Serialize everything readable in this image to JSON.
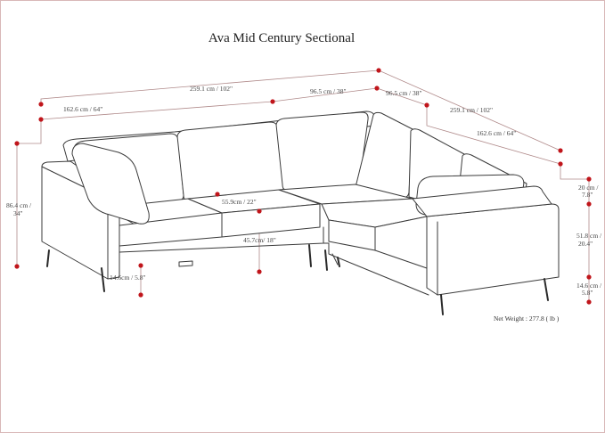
{
  "title": "Ava Mid Century Sectional",
  "net_weight": "Net Weight : 277.8 ( lb )",
  "dimensions": {
    "total_width": "259.1 cm / 102\"",
    "main_section": "162.6 cm / 64\"",
    "corner_section": "96.5 cm / 38\"",
    "corner_depth": "96.5 cm / 38\"",
    "side_total": "259.1 cm / 102\"",
    "side_section": "162.6 cm / 64\"",
    "overall_height_cm": "86.4 cm /",
    "overall_height_in": "34\"",
    "seat_depth": "55.9cm / 22\"",
    "seat_height": "45.7cm/ 18\"",
    "leg_height_left": "14.6cm / 5.8\"",
    "arm_width_cm": "20 cm /",
    "arm_width_in": "7.8\"",
    "arm_height_cm": "51.8 cm /",
    "arm_height_in": "20.4\"",
    "leg_height_right_cm": "14.6 cm /",
    "leg_height_right_in": "5.8\""
  },
  "colors": {
    "marker": "#c0151b",
    "dimension_line": "#b08a8a",
    "outline": "#3a3a3a"
  }
}
